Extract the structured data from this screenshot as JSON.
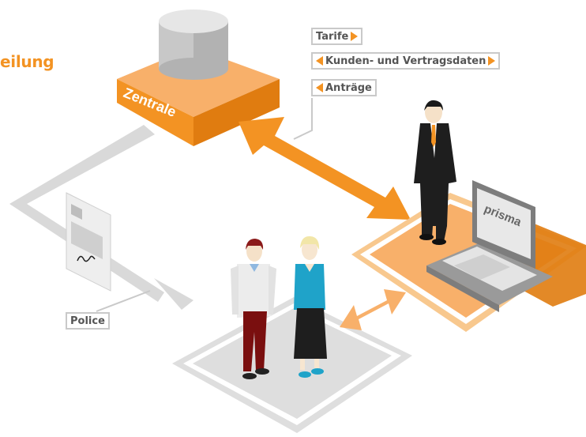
{
  "title_fragment": "eilung",
  "database": {
    "label": "Zentrale"
  },
  "laptop": {
    "screen_label": "prisma"
  },
  "tags": {
    "tarife": "Tarife",
    "kunden": "Kunden- und Vertragsdaten",
    "antraege": "Anträge",
    "police": "Police"
  },
  "colors": {
    "accent_orange": "#F39323",
    "light_orange": "#F8B06A",
    "grey_path": "#d9d9d9",
    "label_border": "#c9c9c9"
  }
}
